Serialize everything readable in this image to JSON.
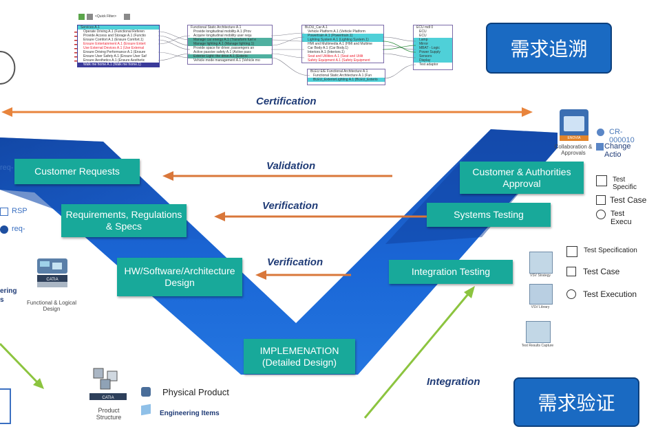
{
  "boxes": {
    "customer_requests": "Customer Requests",
    "requirements": "Requirements, Regulations & Specs",
    "hw_software": "HW/Software/Architecture Design",
    "implementation": "IMPLEMENATION (Detailed Design)",
    "integration_testing": "Integration Testing",
    "systems_testing": "Systems Testing",
    "customer_authorities": "Customer & Authorities Approval"
  },
  "arrows": {
    "certification": "Certification",
    "validation": "Validation",
    "verification_1": "Verification",
    "verification_2": "Verification",
    "integration": "Integration"
  },
  "callouts": {
    "traceability": "需求追溯",
    "verification_cn": "需求验证"
  },
  "left": {
    "rsp": "RSP",
    "req": "req-",
    "req_top": "req-",
    "eering": "ering",
    "s": "s",
    "functional_logical": "Functional & Logical Design",
    "catia": "CATIA"
  },
  "bottom": {
    "product_structure": "Product Structure",
    "physical_product": "Physical Product",
    "engineering_items": "Engineering Items",
    "catia": "CATIA"
  },
  "right_top": {
    "cr": "CR-000010",
    "change_action": "Change Actio",
    "collaboration": "Collaboration & Approvals",
    "enovia": "ENOVIA",
    "test_spec": "Test Specific",
    "test_case": "Test Case",
    "test_exec": "Test Execu"
  },
  "right_mid": {
    "test_spec": "Test Specification",
    "test_case": "Test Case",
    "test_exec": "Test Execution",
    "vsv_strategy": "VSV Strategy",
    "vsv_library": "VSV Library",
    "test_results": "Test Results Capture"
  },
  "traceability": {
    "toolbar": "<Quick Filter>",
    "col1_title": "Services A.1",
    "col1": [
      "Operate Driving A.1 (Functional Referen",
      "Provide Access and Storage A.1 (Functio",
      "Ensure Comfort A.1 (Ensure Comfort.1)",
      "Ensure Entertainment A.1 (Ensure Entert",
      "Use External Devices A.1 (Use External",
      "Ensure Driving Performance A.1 (Ensure",
      "Ensure User Safety A.1 (Ensure User Saf",
      "Ensure Aesthetics A.1 (Ensure Aesthetic",
      "Walk me home A.1 (Walk me home.1)"
    ],
    "col2_title": "Functional Static Architecture A.1",
    "col2": [
      "Provide longitudinal mobility A.1 (Prov",
      "Acquire longitudinal mobility user requ",
      "Manage car energy A.1 (Transform fuel e",
      "Manage lighting A.1 (Manage lighting.1)",
      "Provide space for driver, passengers an",
      "Active passive safety A.1 (Active pass",
      "Exterior Light: the drive A.1 (Exterio",
      "Vehicle mode management A.1 (Vehicle mo"
    ],
    "col3_title": "BLDU_Car A.1",
    "col3": [
      "Vehicle Platform A.1 (Vehicle Platform",
      "Powertrain A.1 (Powertrain.1)",
      "Lighting System A.1 (Lighting System.1)",
      "HMI and Multimedia A.1 (HMI and Multime",
      "Car Body A.1 (Car Body.1)",
      "Interiors A.1 (Interiors.1)",
      "Seat and Utilities A.1 (Seat and Utilit",
      "Safety Equipment A.1 (Safety Equipment"
    ],
    "col4_title": "BLEU E/E Functional Architecture A.1",
    "col4": [
      "Functional Static Architecture A.1 (Fun",
      "BLEU_ExteriorLighting A.1 (BLEU_Exterio"
    ],
    "col5_title": "ECU mdl 0",
    "col5": [
      "ECU",
      "ECU",
      "Lamp",
      "Mirror",
      "MBAT - Logic",
      "Power Supply",
      "Sensors",
      "Display",
      "Test adaptor"
    ]
  }
}
